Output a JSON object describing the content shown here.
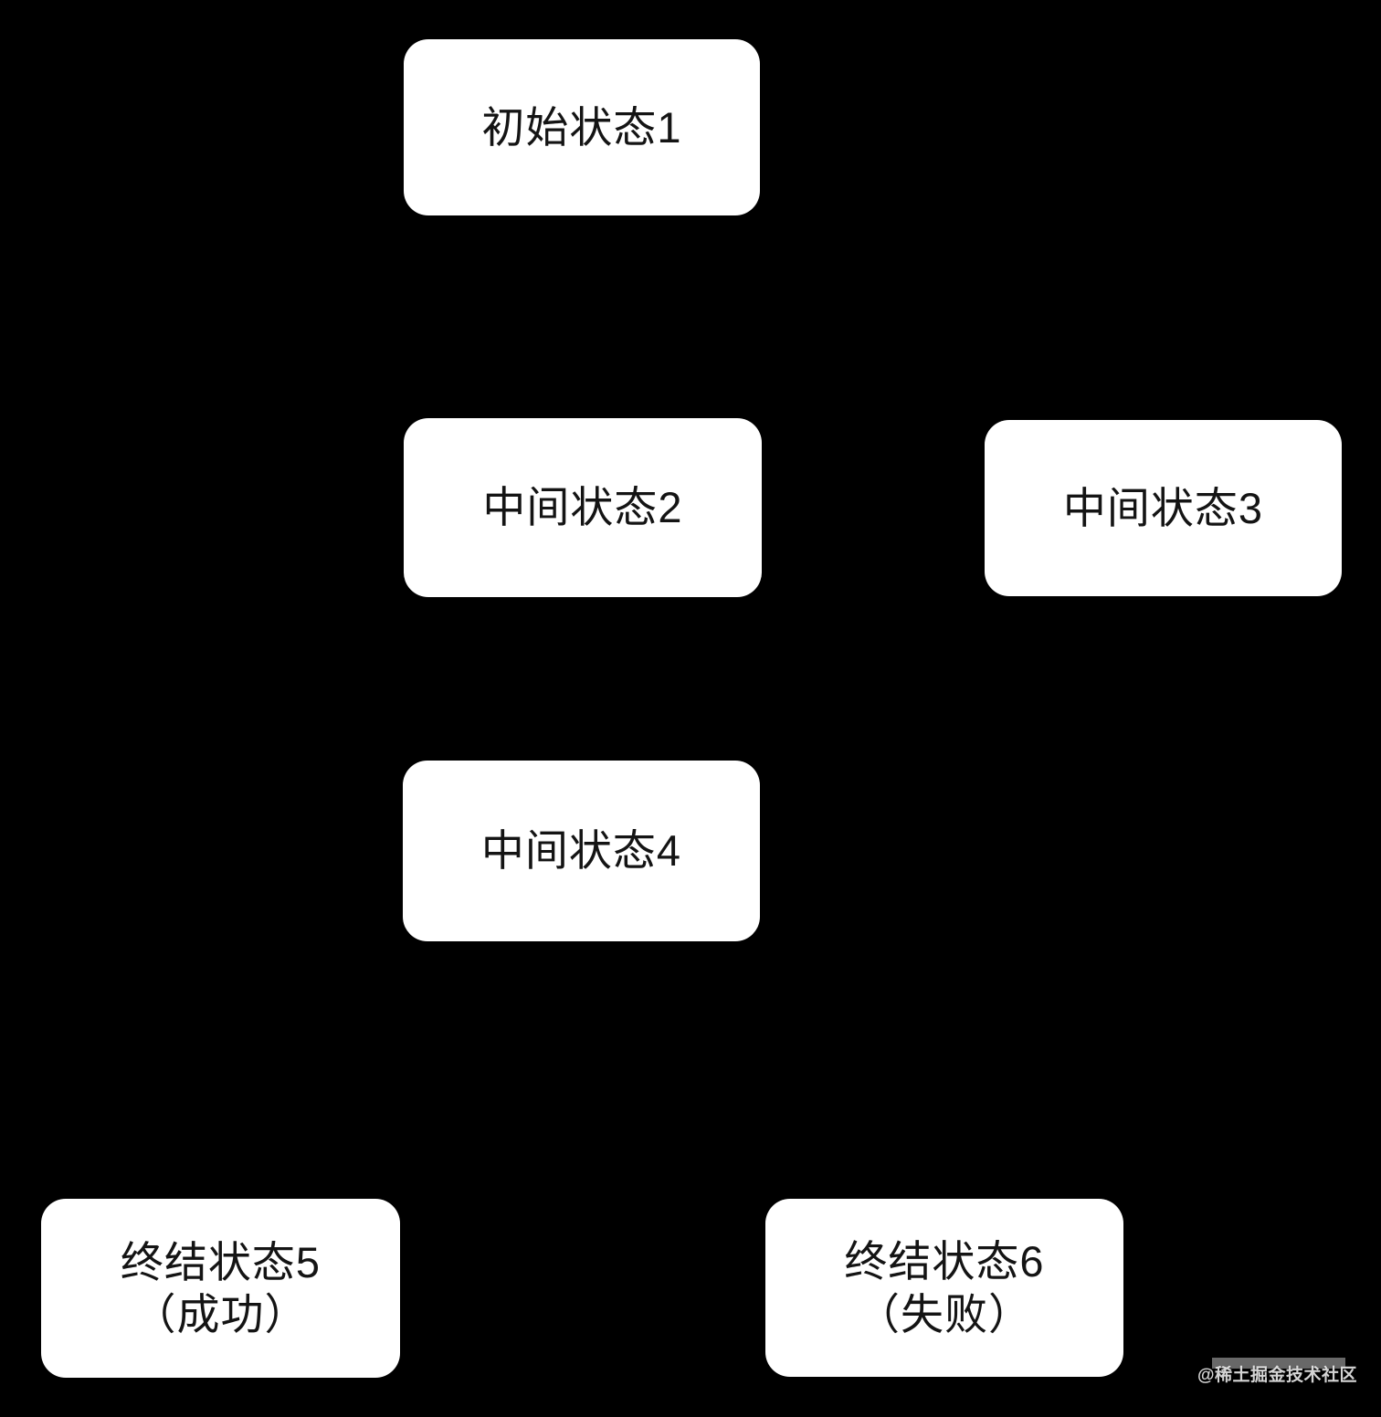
{
  "diagram": {
    "type": "flowchart",
    "colors": {
      "background": "#000000",
      "node_fill": "#ffffff",
      "node_text": "#141414"
    },
    "nodes": [
      {
        "id": "state1",
        "label": "初始状态1"
      },
      {
        "id": "state2",
        "label": "中间状态2"
      },
      {
        "id": "state3",
        "label": "中间状态3"
      },
      {
        "id": "state4",
        "label": "中间状态4"
      },
      {
        "id": "state5",
        "label": "终结状态5",
        "sublabel": "（成功）"
      },
      {
        "id": "state6",
        "label": "终结状态6",
        "sublabel": "（失败）"
      }
    ]
  },
  "watermark": {
    "text": "@稀土掘金技术社区"
  }
}
